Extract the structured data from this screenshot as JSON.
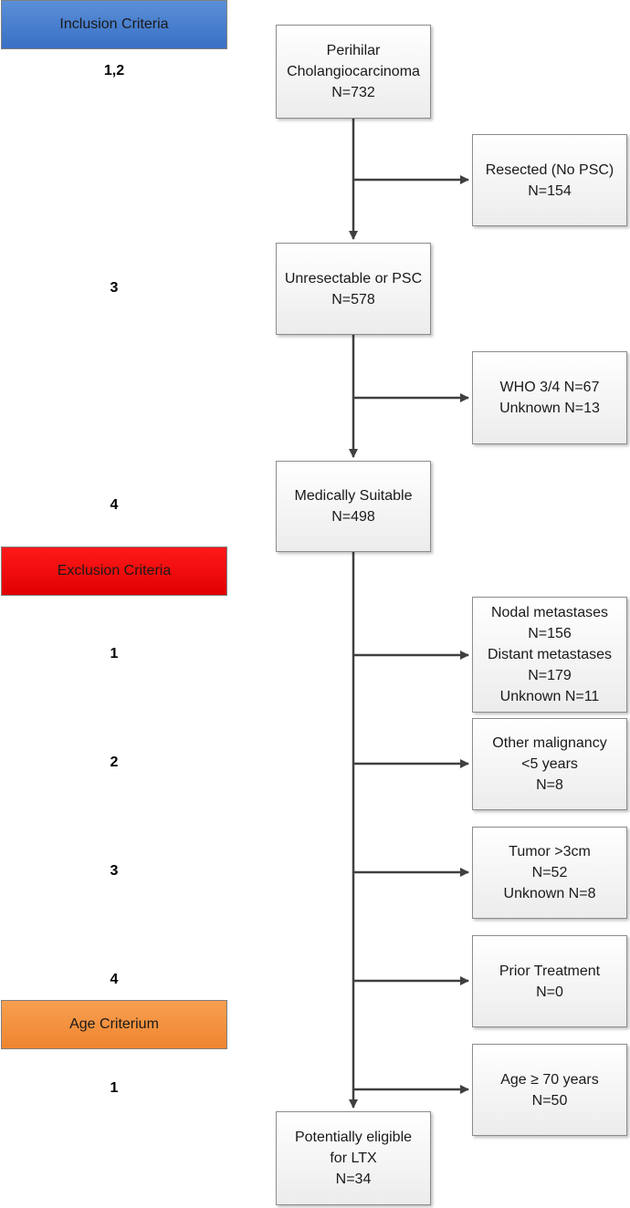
{
  "headers": {
    "inclusion": "Inclusion Criteria",
    "exclusion": "Exclusion Criteria",
    "age": "Age Criterium"
  },
  "criteria_numbers": {
    "inc_1_2": "1,2",
    "inc_3": "3",
    "inc_4": "4",
    "exc_1": "1",
    "exc_2": "2",
    "exc_3": "3",
    "exc_4": "4",
    "age_1": "1"
  },
  "main_boxes": {
    "perihilar": [
      "Perihilar",
      "Cholangiocarcinoma",
      "N=732"
    ],
    "unresectable": [
      "Unresectable or PSC",
      "N=578"
    ],
    "medically_suitable": [
      "Medically Suitable",
      "N=498"
    ],
    "eligible": [
      "Potentially eligible",
      "for LTX",
      "N=34"
    ]
  },
  "side_boxes": {
    "resected": [
      "Resected (No PSC)",
      "N=154"
    ],
    "who": [
      "WHO 3/4 N=67",
      "Unknown N=13"
    ],
    "metastases": [
      "Nodal metastases",
      "N=156",
      "Distant metastases",
      "N=179",
      "Unknown N=11"
    ],
    "other_malignancy": [
      "Other malignancy",
      "<5 years",
      "N=8"
    ],
    "tumor": [
      "Tumor >3cm",
      "N=52",
      "Unknown N=8"
    ],
    "prior_treatment": [
      "Prior Treatment",
      "N=0"
    ],
    "age": [
      "Age ≥  70 years",
      "N=50"
    ]
  },
  "colors": {
    "inclusion": "#4a80d0",
    "exclusion": "#f00000",
    "age": "#f39040",
    "arrow": "#404040"
  }
}
